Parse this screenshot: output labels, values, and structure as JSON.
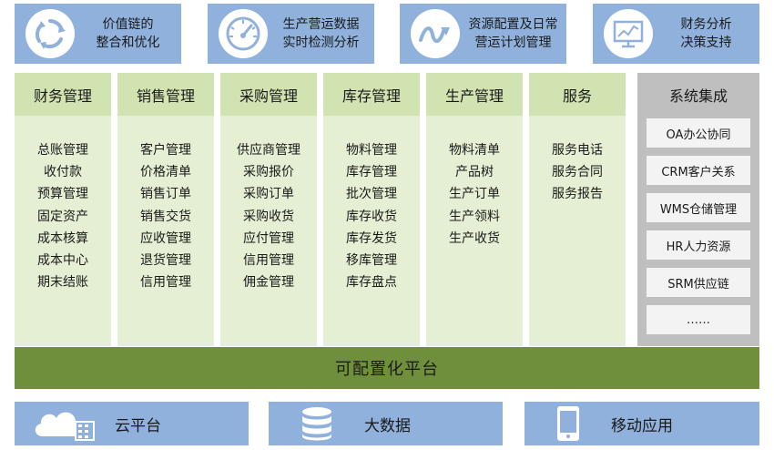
{
  "banners": [
    {
      "line1": "价值链的",
      "line2": "整合和优化",
      "icon": "recycle-arrows-icon"
    },
    {
      "line1": "生产营运数据",
      "line2": "实时检测分析",
      "icon": "speedometer-icon"
    },
    {
      "line1": "资源配置及日常",
      "line2": "营运计划管理",
      "icon": "wave-path-icon"
    },
    {
      "line1": "财务分析",
      "line2": "决策支持",
      "icon": "monitor-chart-icon"
    }
  ],
  "modules": [
    {
      "title": "财务管理",
      "items": [
        "总账管理",
        "收付款",
        "预算管理",
        "固定资产",
        "成本核算",
        "成本中心",
        "期末结账"
      ]
    },
    {
      "title": "销售管理",
      "items": [
        "客户管理",
        "价格清单",
        "销售订单",
        "销售交货",
        "应收管理",
        "退货管理",
        "信用管理"
      ]
    },
    {
      "title": "采购管理",
      "items": [
        "供应商管理",
        "采购报价",
        "采购订单",
        "采购收货",
        "应付管理",
        "信用管理",
        "佣金管理"
      ]
    },
    {
      "title": "库存管理",
      "items": [
        "物料管理",
        "库存管理",
        "批次管理",
        "库存收货",
        "库存发货",
        "移库管理",
        "库存盘点"
      ]
    },
    {
      "title": "生产管理",
      "items": [
        "物料清单",
        "产品树",
        "生产订单",
        "生产领料",
        "生产收货"
      ]
    },
    {
      "title": "服务",
      "items": [
        "服务电话",
        "服务合同",
        "服务报告"
      ]
    }
  ],
  "system": {
    "title": "系统集成",
    "items": [
      "OA办公协同",
      "CRM客户关系",
      "WMS仓储管理",
      "HR人力资源",
      "SRM供应链",
      "……"
    ]
  },
  "platform": "可配置化平台",
  "bottom": [
    {
      "label": "云平台",
      "icon": "cloud-server-icon"
    },
    {
      "label": "大数据",
      "icon": "database-icon"
    },
    {
      "label": "移动应用",
      "icon": "smartphone-icon"
    }
  ],
  "colors": {
    "banner": "#8fb1dc",
    "column": "#e4efd3",
    "column_head": "#d1e3b1",
    "system": "#bfbfbf",
    "platform": "#6f8f3c"
  }
}
